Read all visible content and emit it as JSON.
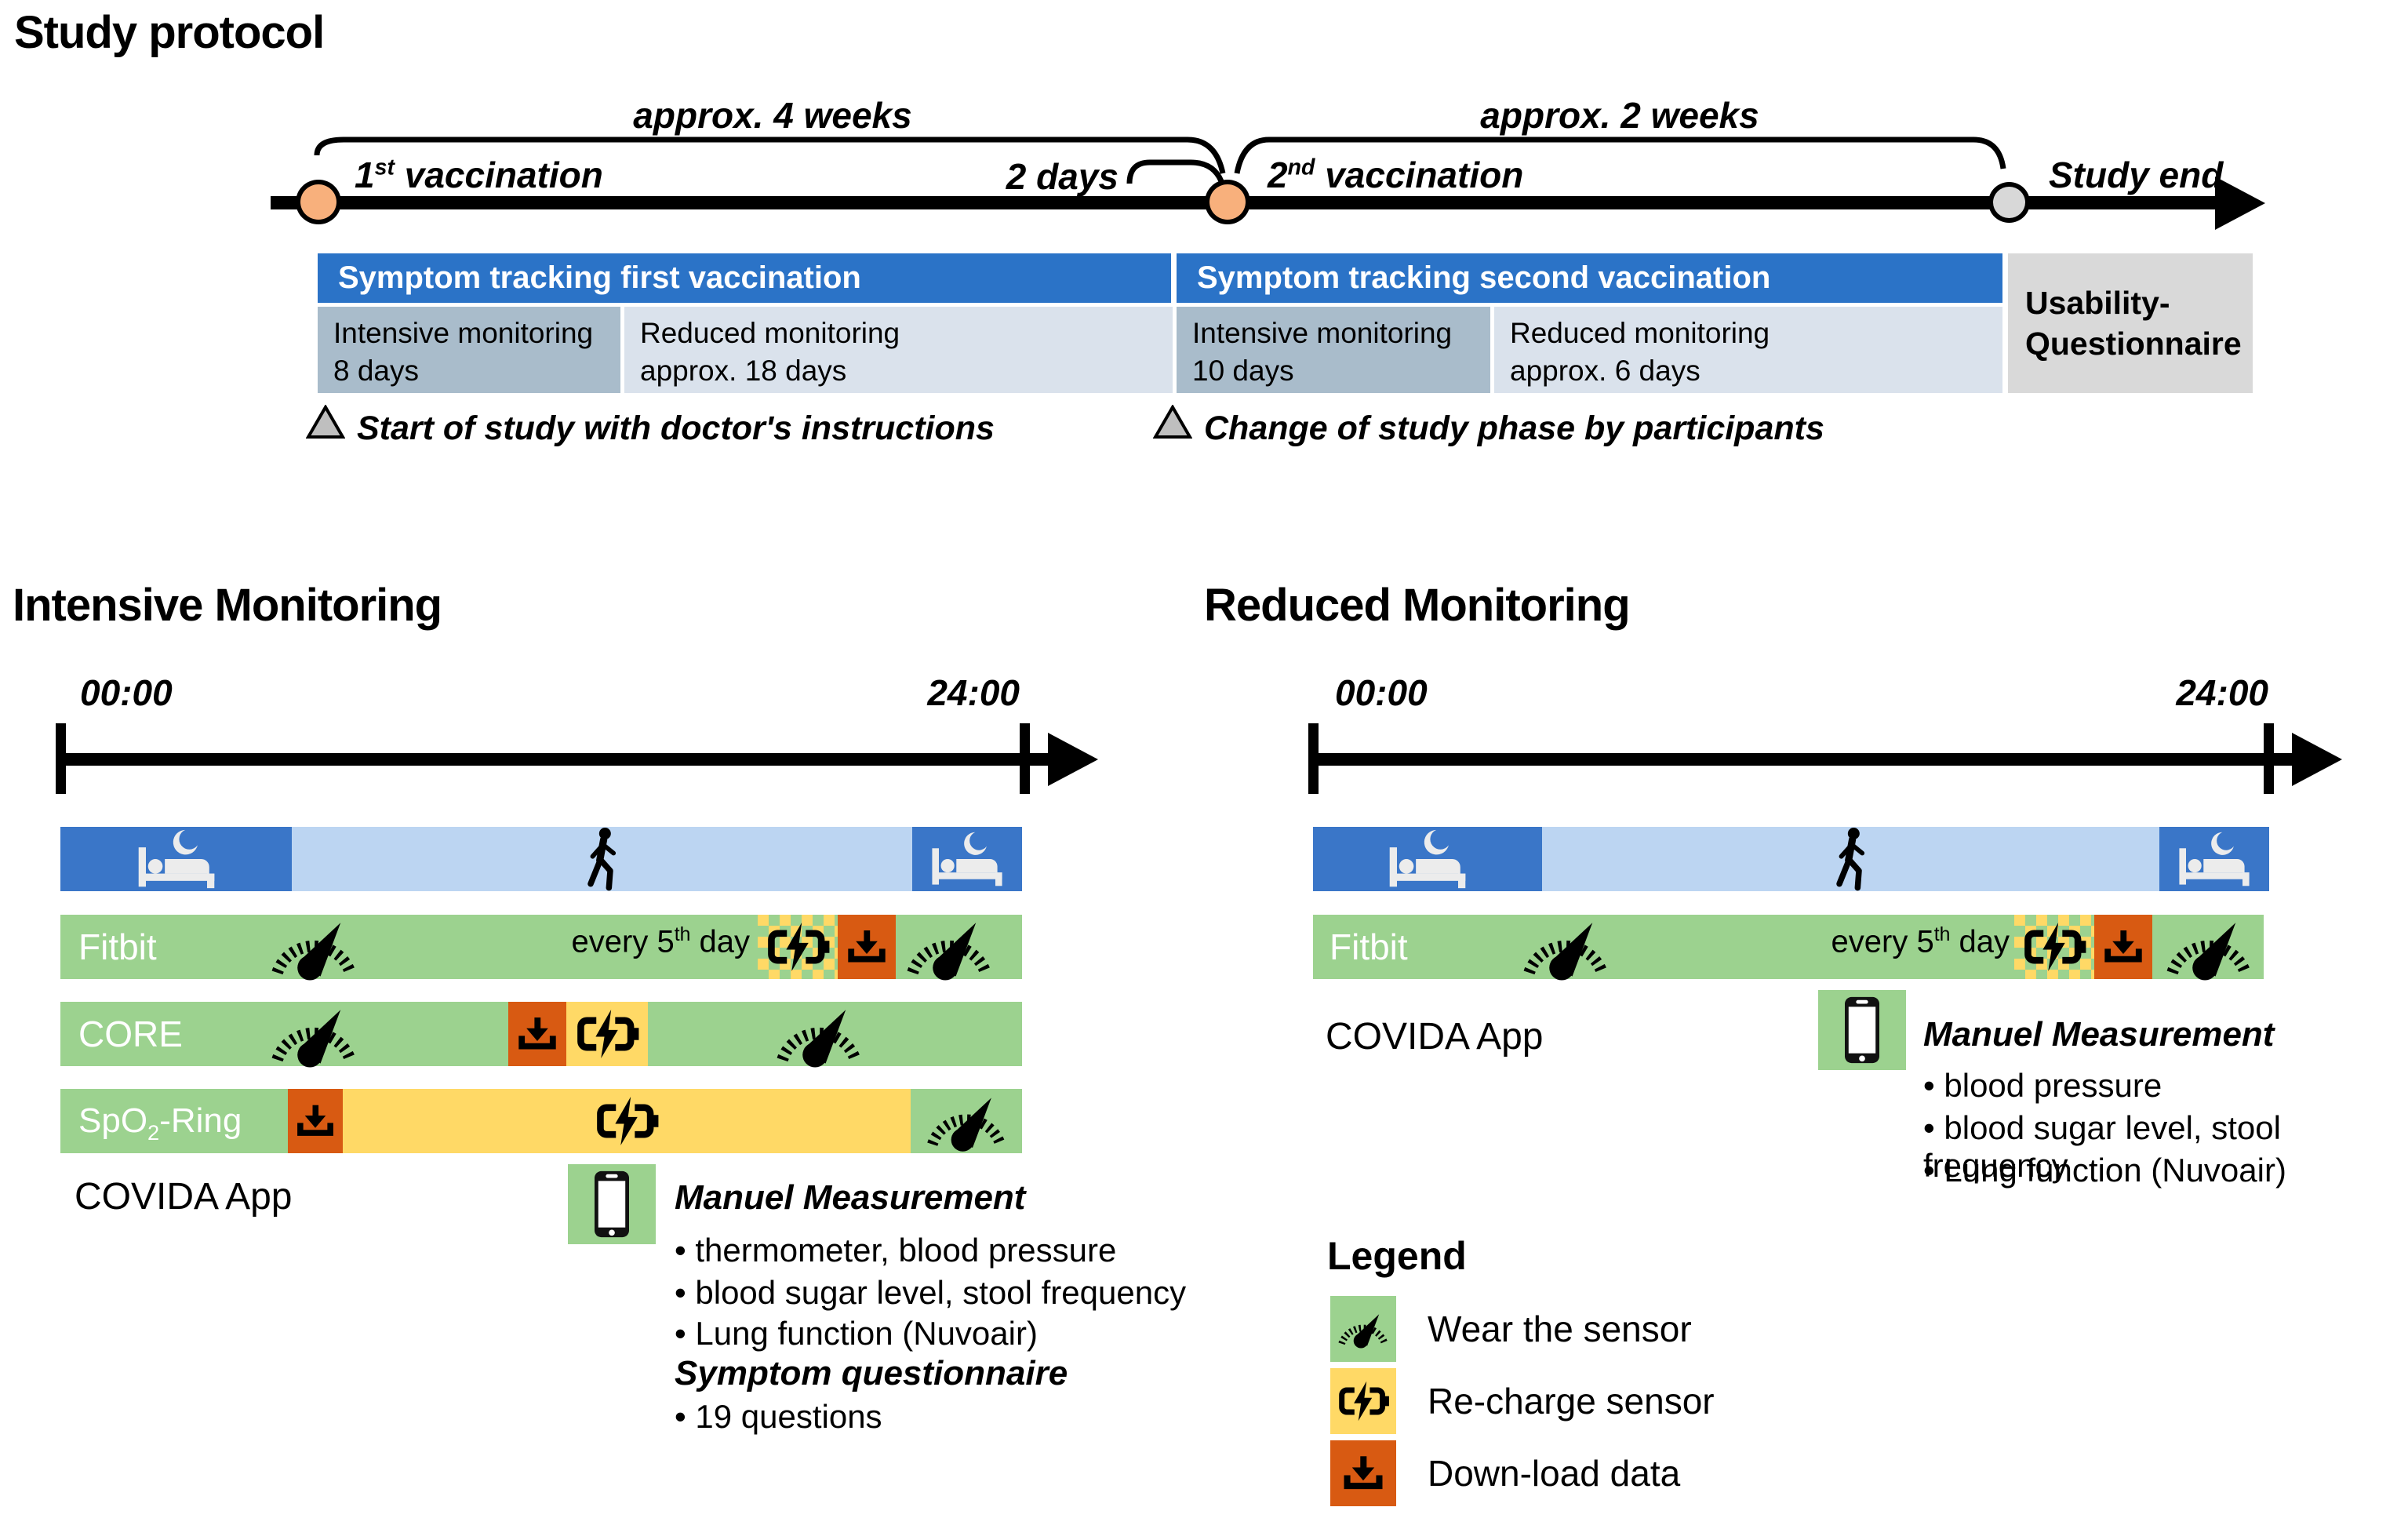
{
  "study_protocol": {
    "title": "Study protocol",
    "bracket_4_weeks": "approx. 4 weeks",
    "bracket_2_weeks": "approx. 2 weeks",
    "gap_label": "2 days",
    "event_1": {
      "num": "1",
      "sup": "st",
      "rest": " vaccination"
    },
    "event_2": {
      "num": "2",
      "sup": "nd",
      "rest": " vaccination"
    },
    "event_end": "Study end",
    "track_1_header": "Symptom tracking first vaccination",
    "track_2_header": "Symptom tracking second vaccination",
    "usability_line1": "Usability-",
    "usability_line2": "Questionnaire",
    "phase_boxes": [
      {
        "line1": "Intensive monitoring",
        "line2": "8 days"
      },
      {
        "line1": "Reduced monitoring",
        "line2": "approx. 18 days"
      },
      {
        "line1": "Intensive monitoring",
        "line2": "10 days"
      },
      {
        "line1": "Reduced monitoring",
        "line2": "approx. 6 days"
      }
    ],
    "note_1": "Start of study with doctor's instructions",
    "note_2": "Change of study phase by participants"
  },
  "intensive": {
    "title": "Intensive Monitoring",
    "axis_start": "00:00",
    "axis_end": "24:00",
    "fitbit_label": "Fitbit",
    "fitbit_every": {
      "pre": "every 5",
      "sup": "th",
      "post": " day"
    },
    "core_label": "CORE",
    "spo2_label": {
      "base": "SpO",
      "sub": "2",
      "rest": "-Ring"
    },
    "app_label": "COVIDA App",
    "manual_title": "Manuel Measurement",
    "manual_bullets": [
      "• thermometer, blood pressure",
      "• blood sugar level, stool frequency",
      "• Lung function (Nuvoair)"
    ],
    "questionnaire_title": "Symptom questionnaire",
    "questionnaire_bullet": "• 19 questions"
  },
  "reduced": {
    "title": "Reduced Monitoring",
    "axis_start": "00:00",
    "axis_end": "24:00",
    "fitbit_label": "Fitbit",
    "fitbit_every": {
      "pre": "every 5",
      "sup": "th",
      "post": " day"
    },
    "app_label": "COVIDA App",
    "manual_title": "Manuel Measurement",
    "manual_bullets": [
      "• blood pressure",
      "• blood sugar level, stool frequency",
      "• Lung function (Nuvoair)"
    ]
  },
  "legend": {
    "title": "Legend",
    "items": [
      {
        "icon": "gauge-icon",
        "label": "Wear the sensor",
        "color": "#9CD28F"
      },
      {
        "icon": "battery-charge-icon",
        "label": "Re-charge sensor",
        "color": "#FFD966"
      },
      {
        "icon": "download-icon",
        "label": "Down-load data",
        "color": "#D85A12"
      }
    ]
  },
  "colors": {
    "header_blue": "#2B73C7",
    "sleep_blue": "#3A76C8",
    "awake_blue": "#BCD5F2",
    "sensor_green": "#9CD28F",
    "charge_yellow": "#FFD966",
    "download_orange": "#D85A12",
    "phase_dark": "#A9BCCB",
    "phase_light": "#DAE2EC",
    "usability_gray": "#D9D9D9",
    "event_dot_orange": "#F8B07C",
    "event_dot_gray": "#D8D8D8",
    "triangle_gray": "#BFBFBF"
  }
}
